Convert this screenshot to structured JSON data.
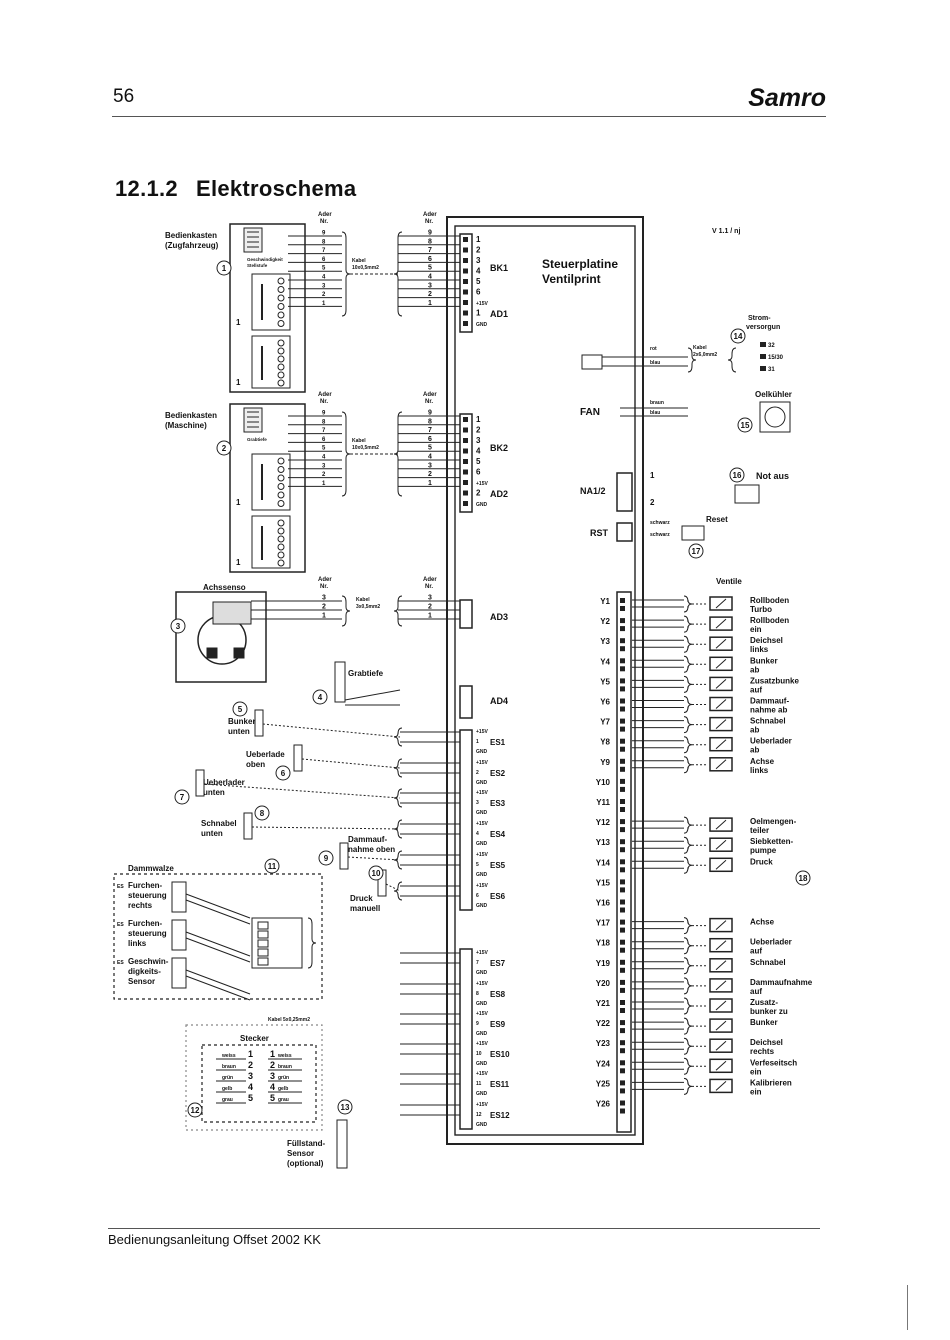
{
  "header": {
    "page_number": "56",
    "brand": "Samro"
  },
  "section": {
    "number": "12.1.2",
    "title": "Elektroschema"
  },
  "footer": {
    "text": "Bedienungsanleitung Offset 2002 KK"
  },
  "schematic": {
    "version": "V 1.1 / nj",
    "board_title_1": "Steuerplatine",
    "board_title_2": "Ventilprint",
    "col_head_1": "Ader",
    "col_head_2": "Nr.",
    "left_boxes": [
      {
        "label_1": "Bedienkasten",
        "label_2": "(Zugfahrzeug)",
        "num": "1",
        "sub_1": "Geschwindigkeit",
        "sub_2": "Stellstufe",
        "cable_1": "Kabel",
        "cable_2": "10x0,5mm2"
      },
      {
        "label_1": "Bedienkasten",
        "label_2": "(Maschine)",
        "num": "2",
        "sub_1": "Grabtiefe",
        "sub_2": "",
        "cable_1": "Kabel",
        "cable_2": "10x0,5mm2"
      }
    ],
    "wires_top": [
      "9",
      "8",
      "7",
      "6",
      "5",
      "4",
      "3",
      "2",
      "1"
    ],
    "wires_left_top": [
      "9",
      "8",
      "7",
      "6",
      "5",
      "4",
      "3",
      "2",
      "1"
    ],
    "connectors_left": [
      {
        "name": "BK1",
        "pins": [
          "1",
          "2",
          "3",
          "4",
          "5",
          "6",
          "+15V",
          "1",
          "GND"
        ],
        "sub": "AD1"
      },
      {
        "name": "BK2",
        "pins": [
          "1",
          "2",
          "3",
          "4",
          "5",
          "6",
          "+15V",
          "2",
          "GND"
        ],
        "sub": "AD2"
      }
    ],
    "achssensor": {
      "label": "Achssenso",
      "num": "3",
      "cable_1": "Kabel",
      "cable_2": "3x0,5mm2",
      "wires": [
        "3",
        "2",
        "1"
      ],
      "connector": "AD3"
    },
    "grabtiefe": {
      "label": "Grabtiefe",
      "num": "4",
      "connector": "AD4"
    },
    "es_connectors": [
      "ES1",
      "ES2",
      "ES3",
      "ES4",
      "ES5",
      "ES6",
      "ES7",
      "ES8",
      "ES9",
      "ES10",
      "ES11",
      "ES12"
    ],
    "sensors_left": [
      {
        "num": "5",
        "label_1": "Bunker",
        "label_2": "unten"
      },
      {
        "num": "6",
        "label_1": "Ueberlade",
        "label_2": "oben"
      },
      {
        "num": "7",
        "label_1": "Ueberlader",
        "label_2": "unten"
      },
      {
        "num": "8",
        "label_1": "Schnabel",
        "label_2": "unten"
      },
      {
        "num": "9",
        "label_1": "Dammauf-",
        "label_2": "nahme oben"
      },
      {
        "num": "10",
        "label_1": "Druck",
        "label_2": "manuell"
      }
    ],
    "dammwalze": {
      "title": "Dammwalze",
      "num": "11",
      "items": [
        {
          "es": "ES",
          "label_1": "Furchen-",
          "label_2": "steuerung",
          "label_3": "rechts"
        },
        {
          "es": "ES",
          "label_1": "Furchen-",
          "label_2": "steuerung",
          "label_3": "links"
        },
        {
          "es": "ES",
          "label_1": "Geschwin-",
          "label_2": "digkeits-",
          "label_3": "Sensor"
        }
      ],
      "cable": "Kabel 5x0,25mm2"
    },
    "stecker": {
      "title": "Stecker",
      "num": "12",
      "rows": [
        {
          "left": "weiss",
          "pin": "1",
          "right": "weiss"
        },
        {
          "left": "braun",
          "pin": "2",
          "right": "braun"
        },
        {
          "left": "grün",
          "pin": "3",
          "right": "grün"
        },
        {
          "left": "gelb",
          "pin": "4",
          "right": "gelb"
        },
        {
          "left": "grau",
          "pin": "5",
          "right": "grau"
        }
      ]
    },
    "fuellstand": {
      "num": "13",
      "label_1": "Füllstand-",
      "label_2": "Sensor",
      "label_3": "(optional)"
    },
    "right_side": {
      "strom": {
        "label_1": "Strom-",
        "label_2": "versorgun",
        "num": "14",
        "cable_1": "Kabel",
        "cable_2": "2x6,0mm2",
        "terminals": [
          "32",
          "15/30",
          "31"
        ],
        "wire_1": "rot",
        "wire_2": "blau"
      },
      "fan": {
        "label": "FAN",
        "title": "Oelkühler",
        "num": "15",
        "wire_1": "braun",
        "wire_2": "blau"
      },
      "notaus": {
        "label": "NA1/2",
        "title": "Not aus",
        "num": "16",
        "pin_1": "1",
        "pin_2": "2"
      },
      "reset": {
        "label": "RST",
        "title": "Reset",
        "num": "17",
        "wire_1": "schwarz",
        "wire_2": "schwarz"
      },
      "ventile": {
        "title": "Ventile",
        "num": "18"
      },
      "y_labels": [
        "Y1",
        "Y2",
        "Y3",
        "Y4",
        "Y5",
        "Y6",
        "Y7",
        "Y8",
        "Y9",
        "Y10",
        "Y11",
        "Y12",
        "Y13",
        "Y14",
        "Y15",
        "Y16",
        "Y17",
        "Y18",
        "Y19",
        "Y20",
        "Y21",
        "Y22",
        "Y23",
        "Y24",
        "Y25",
        "Y26"
      ],
      "valves": [
        {
          "label_1": "Rollboden",
          "label_2": "Turbo"
        },
        {
          "label_1": "Rollboden",
          "label_2": "ein"
        },
        {
          "label_1": "Deichsel",
          "label_2": "links"
        },
        {
          "label_1": "Bunker",
          "label_2": "ab"
        },
        {
          "label_1": "Zusatzbunke",
          "label_2": "auf"
        },
        {
          "label_1": "Dammauf-",
          "label_2": "nahme ab"
        },
        {
          "label_1": "Schnabel",
          "label_2": "ab"
        },
        {
          "label_1": "Ueberlader",
          "label_2": "ab"
        },
        {
          "label_1": "Achse",
          "label_2": "links"
        },
        {
          "label_1": "Oelmengen-",
          "label_2": "teiler"
        },
        {
          "label_1": "Siebketten-",
          "label_2": "pumpe"
        },
        {
          "label_1": "Druck",
          "label_2": ""
        },
        {
          "label_1": "Achse",
          "label_2": ""
        },
        {
          "label_1": "Ueberlader",
          "label_2": "auf"
        },
        {
          "label_1": "Schnabel",
          "label_2": ""
        },
        {
          "label_1": "Dammaufnahme",
          "label_2": "auf"
        },
        {
          "label_1": "Zusatz-",
          "label_2": "bunker zu"
        },
        {
          "label_1": "Bunker",
          "label_2": ""
        },
        {
          "label_1": "Deichsel",
          "label_2": "rechts"
        },
        {
          "label_1": "Verfeseitsch",
          "label_2": "ein"
        },
        {
          "label_1": "Kalibrieren",
          "label_2": "ein"
        }
      ]
    }
  }
}
